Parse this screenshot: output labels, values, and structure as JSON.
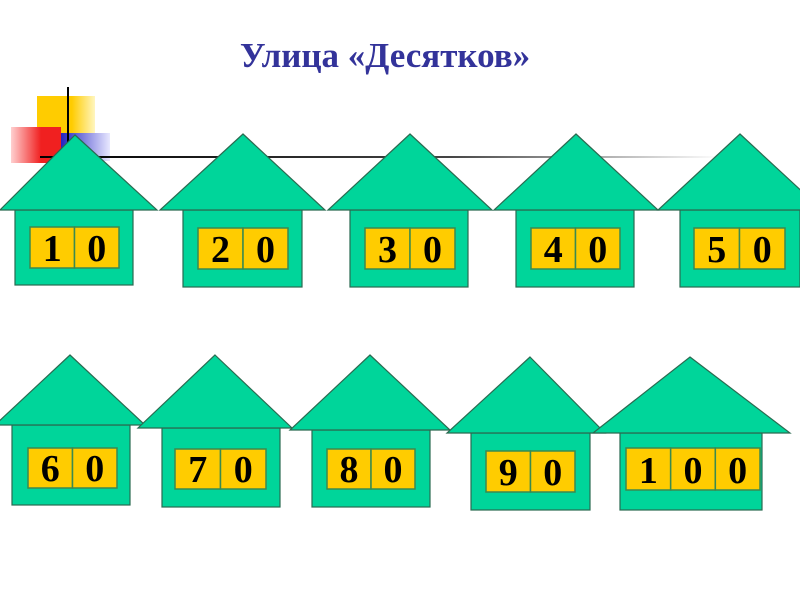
{
  "title": "Улица «Десятков»",
  "colors": {
    "house": "#00d59a",
    "outline": "#2a6a50",
    "plate": "#ffcc00",
    "plate_border": "#3a8a50",
    "title": "#33339a"
  },
  "houses": [
    {
      "number": "10",
      "digits": [
        "1",
        "0"
      ]
    },
    {
      "number": "20",
      "digits": [
        "2",
        "0"
      ]
    },
    {
      "number": "30",
      "digits": [
        "3",
        "0"
      ]
    },
    {
      "number": "40",
      "digits": [
        "4",
        "0"
      ]
    },
    {
      "number": "50",
      "digits": [
        "5",
        "0"
      ]
    },
    {
      "number": "60",
      "digits": [
        "6",
        "0"
      ]
    },
    {
      "number": "70",
      "digits": [
        "7",
        "0"
      ]
    },
    {
      "number": "80",
      "digits": [
        "8",
        "0"
      ]
    },
    {
      "number": "90",
      "digits": [
        "9",
        "0"
      ]
    },
    {
      "number": "100",
      "digits": [
        "1",
        "0",
        "0"
      ]
    }
  ]
}
